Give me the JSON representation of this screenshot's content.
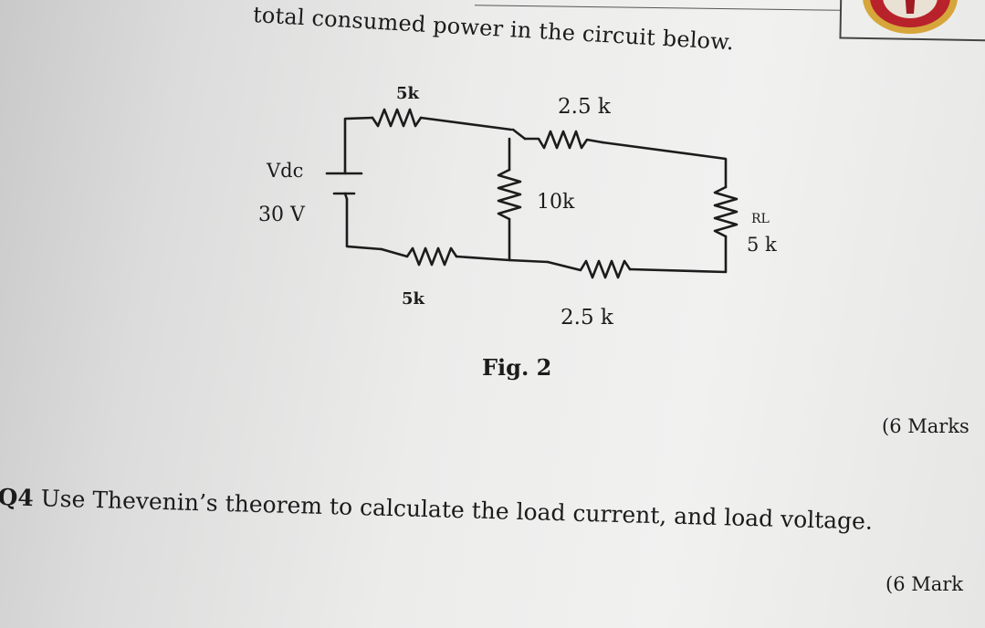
{
  "document": {
    "heading_fragment": "total consumed power in the circuit below.",
    "figure_caption": "Fig. 2",
    "marks_1": "(6 Marks",
    "question_number": "Q4",
    "question_text": " Use Thevenin’s theorem to calculate the load current, and load voltage.",
    "marks_2": "(6 Mark"
  },
  "circuit": {
    "source_name": "Vdc",
    "source_value": "30 V",
    "r_top_left": "5k",
    "r_top_right": "2.5 k",
    "r_middle": "10k",
    "r_bottom_left": "5k",
    "r_bottom_right": "2.5 k",
    "load_name": "RL",
    "load_value": "5 k"
  },
  "colors": {
    "ink": "#1b1b1b",
    "seal_red": "#b8222a",
    "seal_gold": "#d6a63a"
  }
}
